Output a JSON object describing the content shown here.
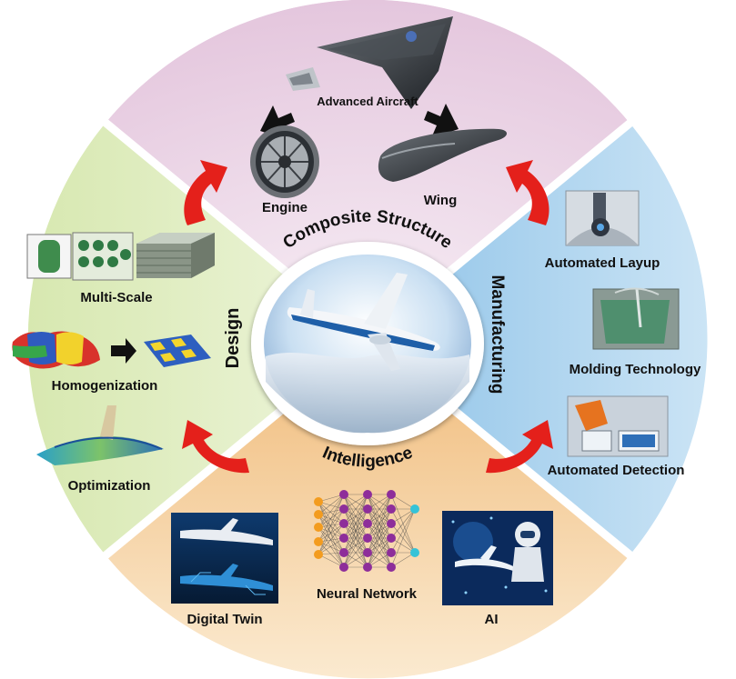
{
  "center": {
    "caption": ""
  },
  "sectors": {
    "top": "Composite Structure",
    "left": "Design",
    "right": "Manufacturing",
    "bottom": "Intelligence"
  },
  "items": {
    "advanced_aircraft": "Advanced Aircraft",
    "engine": "Engine",
    "wing": "Wing",
    "multi_scale": "Multi-Scale",
    "homogenization": "Homogenization",
    "optimization": "Optimization",
    "automated_layup": "Automated Layup",
    "molding_technology": "Molding Technology",
    "automated_detection": "Automated Detection",
    "digital_twin": "Digital Twin",
    "neural_network": "Neural Network",
    "ai": "AI"
  },
  "colors": {
    "top_sector": "#e9cfe3",
    "left_sector": "#d9e7b4",
    "right_sector": "#bcd9ee",
    "bottom_sector": "#f3d3a8",
    "arrow": "#e4201b",
    "nn_purple": "#8e2e9a",
    "nn_orange": "#f39c1f",
    "nn_cyan": "#35c3d8"
  }
}
